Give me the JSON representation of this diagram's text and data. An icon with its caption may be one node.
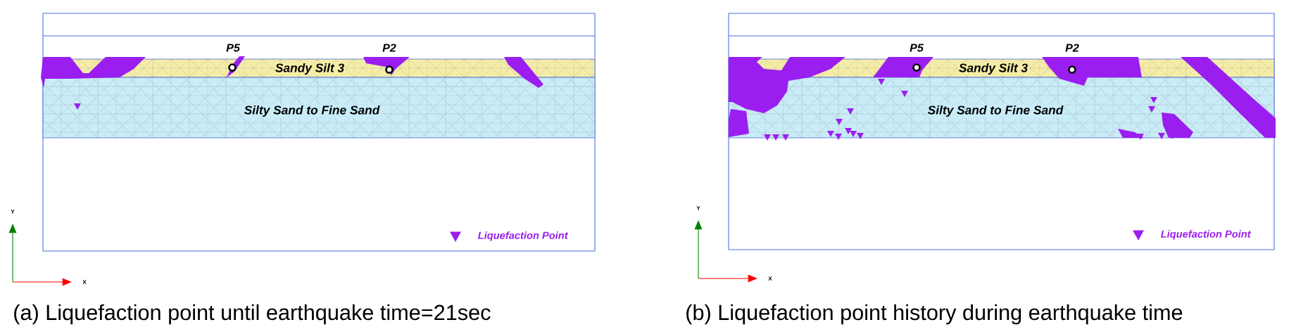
{
  "diagram": {
    "nodes": [
      {
        "text": [
          "Sandy Silt 3"
        ]
      },
      {
        "text": [
          "Silty Sand to Fine Sand"
        ]
      },
      {
        "text": [
          "Sandy Silt 3"
        ]
      },
      {
        "text": [
          "Silty Sand to Fine Sand"
        ]
      }
    ],
    "labels": [
      "P5",
      "P2",
      "Y",
      "X",
      "(a) Liquefaction point until earthquake time=21sec",
      "P5",
      "P2",
      "Y",
      "X",
      "(b) Liquefaction point history during earthquake time"
    ],
    "legend": [
      {
        "text": "Liquefaction Point"
      },
      {
        "text": "Liquefaction Point"
      }
    ]
  }
}
